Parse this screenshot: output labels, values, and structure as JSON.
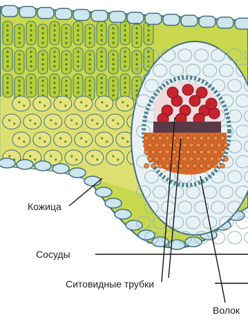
{
  "labels": {
    "skin": "Кожица",
    "vessels": "Сосуды",
    "sieve_tubes": "Ситовидные трубки",
    "fibers_partial": "Волок"
  },
  "colors": {
    "epidermis": "#cfe6ee",
    "mesophyll": "#c9d84e",
    "spongy": "#e2e27a",
    "bundle_sheath": "#e8f1f3",
    "xylem": "#c6232f",
    "phloem": "#d8672a",
    "cambium": "#5a3a48",
    "outline": "#3f6f80"
  }
}
